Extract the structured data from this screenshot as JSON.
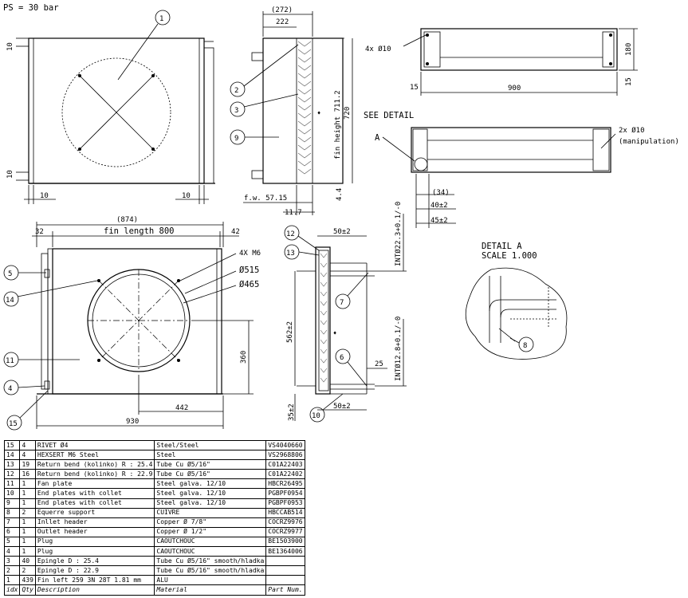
{
  "header": {
    "pressure_label": "PS = 30 bar"
  },
  "front_view": {
    "dim_top_left": "10",
    "dim_bottom_left": "10",
    "dim_bottom_a": "10",
    "dim_bottom_b": "10"
  },
  "side_view": {
    "dim_272": "(272)",
    "dim_222": "222",
    "fin_height": "fin height 711.2",
    "dim_720": "720",
    "dim_4_4": "4.4",
    "fin_width": "f.w. 57.15",
    "dim_11_7": "11.7"
  },
  "top_view": {
    "holes_label": "4x Ø10",
    "dim_180": "180",
    "dim_15_left": "15",
    "dim_900": "900",
    "dim_15_right": "15"
  },
  "detail_view": {
    "see_detail": "SEE DETAIL",
    "detail_marker": "A",
    "manip_holes": "2x Ø10",
    "manip_note": "(manipulation)",
    "dim_34": "(34)",
    "dim_40": "40±2",
    "dim_45": "45±2"
  },
  "plan_view": {
    "dim_874": "(874)",
    "dim_32": "32",
    "fin_length": "fin length 800",
    "dim_42": "42",
    "hexsert_label": "4X M6",
    "dia_515": "Ø515",
    "dia_465": "Ø465",
    "dim_360": "360",
    "dim_442": "442",
    "dim_930": "930"
  },
  "end_view": {
    "dim_50_top": "50±2",
    "int_top": "INTØ22.3+0.1/-0",
    "dim_562": "562±2",
    "dim_25": "25",
    "int_bottom": "INTØ12.8+0.1/-0",
    "dim_35": "35±2",
    "dim_50_bottom": "50±2"
  },
  "detail_a": {
    "title": "DETAIL  A",
    "scale": "SCALE  1.000"
  },
  "balloons": [
    "1",
    "2",
    "3",
    "9",
    "12",
    "13",
    "7",
    "6",
    "10",
    "5",
    "14",
    "11",
    "4",
    "15",
    "8"
  ],
  "bom": {
    "headers": [
      "idx",
      "Qty",
      "Description",
      "Material",
      "Part Num."
    ],
    "rows": [
      [
        "15",
        "4",
        "RIVET Ø4",
        "Steel/Steel",
        "VS4040660"
      ],
      [
        "14",
        "4",
        "HEXSERT M6 Steel",
        "Steel",
        "VS2968806"
      ],
      [
        "13",
        "19",
        "Return bend (kolinko) R : 25.4",
        "Tube Cu Ø5/16\"",
        "C01A22403"
      ],
      [
        "12",
        "16",
        "Return bend (kolinko) R : 22.9",
        "Tube Cu Ø5/16\"",
        "C01A22402"
      ],
      [
        "11",
        "1",
        "Fan plate",
        "Steel galva. 12/10",
        "HBCR26495"
      ],
      [
        "10",
        "1",
        "End plates with collet",
        "Steel galva. 12/10",
        "PGBPF0954"
      ],
      [
        "9",
        "1",
        "End plates with collet",
        "Steel galva. 12/10",
        "PGBPF0953"
      ],
      [
        "8",
        "2",
        "Equerre support",
        "CUIVRE",
        "HBCCAB514"
      ],
      [
        "7",
        "1",
        "Inllet header",
        "Copper Ø 7/8\"",
        "COCRZ9976"
      ],
      [
        "6",
        "1",
        "Outlet header",
        "Copper Ø 1/2\"",
        "COCRZ9977"
      ],
      [
        "5",
        "1",
        "Plug",
        "CAOUTCHOUC",
        "BE1503900"
      ],
      [
        "4",
        "1",
        "Plug",
        "CAOUTCHOUC",
        "BE1364006"
      ],
      [
        "3",
        "40",
        "Epingle D : 25.4",
        "Tube Cu Ø5/16\" smooth/hladka",
        ""
      ],
      [
        "2",
        "2",
        "Epingle D : 22.9",
        "Tube Cu Ø5/16\" smooth/hladka",
        ""
      ],
      [
        "1",
        "439",
        "Fin left 259 3N 28T 1.81 mm",
        "ALU",
        ""
      ]
    ]
  }
}
